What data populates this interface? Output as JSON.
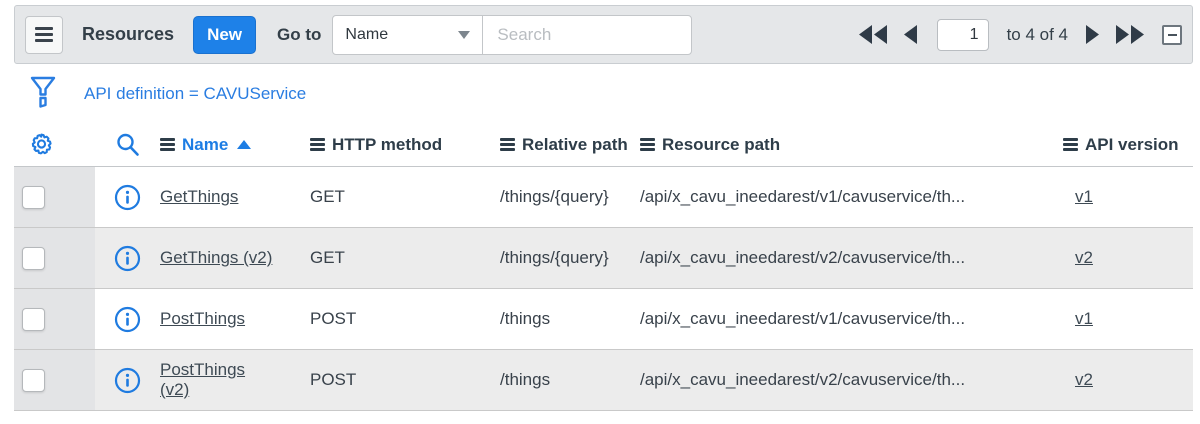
{
  "toolbar": {
    "title": "Resources",
    "new_button_label": "New",
    "goto_label": "Go to",
    "goto_selected_column": "Name",
    "search_placeholder": "Search",
    "page_value": "1",
    "page_info": "to 4 of 4"
  },
  "filter": {
    "condition_text": "API definition = CAVUService"
  },
  "table": {
    "columns": [
      {
        "label": "Name",
        "sorted": "ascending"
      },
      {
        "label": "HTTP method"
      },
      {
        "label": "Relative path"
      },
      {
        "label": "Resource path"
      },
      {
        "label": "API version"
      }
    ],
    "rows": [
      {
        "name": "GetThings",
        "method": "GET",
        "relative_path": "/things/{query}",
        "resource_path": "/api/x_cavu_ineedarest/v1/cavuservice/th...",
        "api_version": "v1"
      },
      {
        "name": "GetThings (v2)",
        "method": "GET",
        "relative_path": "/things/{query}",
        "resource_path": "/api/x_cavu_ineedarest/v2/cavuservice/th...",
        "api_version": "v2"
      },
      {
        "name": "PostThings",
        "method": "POST",
        "relative_path": "/things",
        "resource_path": "/api/x_cavu_ineedarest/v1/cavuservice/th...",
        "api_version": "v1"
      },
      {
        "name": "PostThings (v2)",
        "method": "POST",
        "relative_path": "/things",
        "resource_path": "/api/x_cavu_ineedarest/v2/cavuservice/th...",
        "api_version": "v2"
      }
    ]
  },
  "colors": {
    "accent_blue": "#1e81e8",
    "link_blue": "#2a7de1",
    "header_text": "#2e3d49",
    "toolbar_bg": "#e5e7e9",
    "stripe_bg": "#ececec"
  },
  "icons": {
    "menu": "list-controls-hamburger",
    "filter": "funnel",
    "gear": "personalize-list-gear",
    "search": "magnifier",
    "info": "info-circle",
    "collapse": "minus-square"
  }
}
